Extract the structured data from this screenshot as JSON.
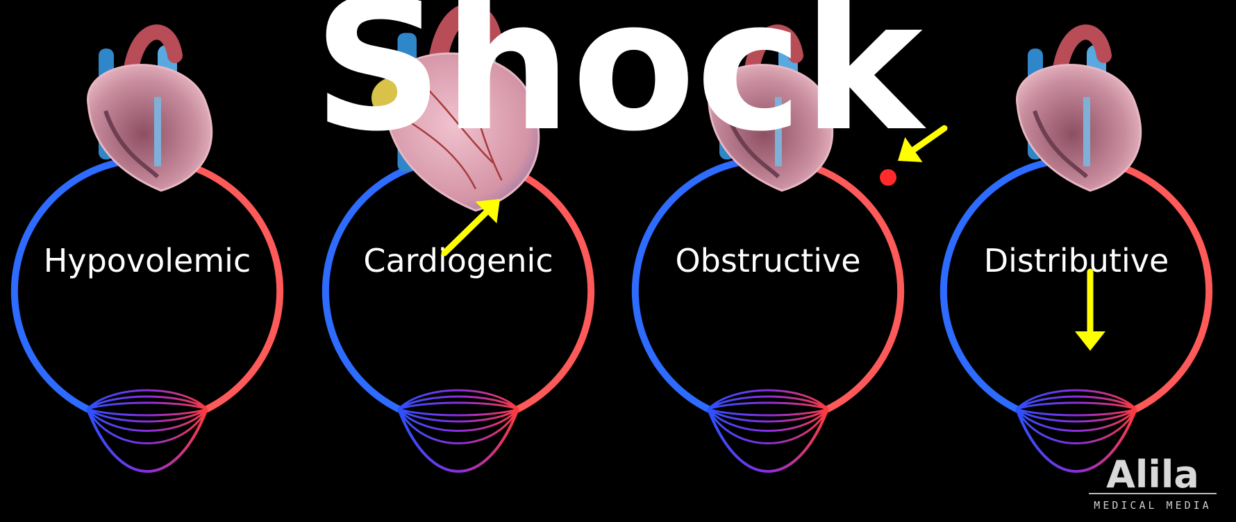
{
  "title": "Shock",
  "panels": [
    {
      "label": "Hypovolemic"
    },
    {
      "label": "Cardiogenic"
    },
    {
      "label": "Obstructive"
    },
    {
      "label": "Distributive"
    }
  ],
  "logo": {
    "name": "Alila",
    "tagline": "MEDICAL MEDIA"
  },
  "colors": {
    "venous": "#2e6bff",
    "arterial": "#ff5a5a",
    "capillary": "#7a3bd6",
    "arrow": "#ffff00",
    "heart": "#c98a9a",
    "text": "#ffffff"
  }
}
